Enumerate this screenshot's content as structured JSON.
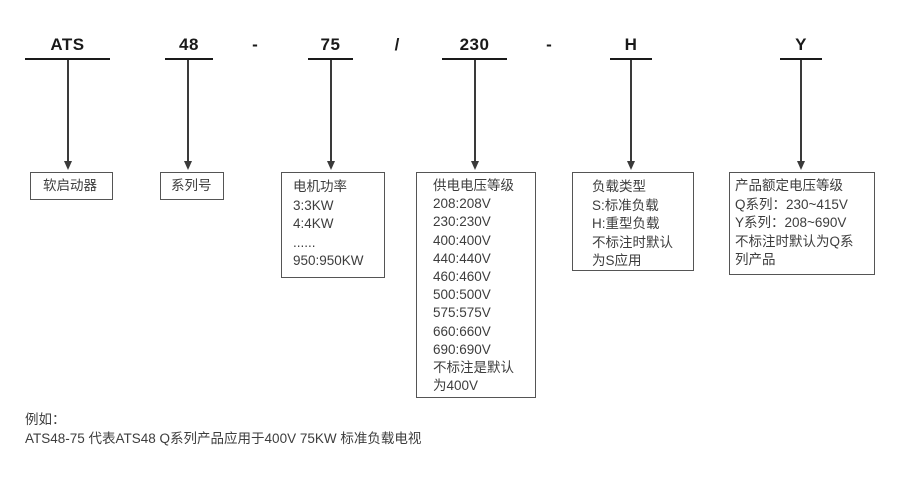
{
  "colors": {
    "background": "#ffffff",
    "code_text": "#1a1a1a",
    "box_border": "#555555",
    "body_text": "#3d3d3d"
  },
  "code": {
    "segments": [
      "ATS",
      "48",
      "75",
      "230",
      "H",
      "Y"
    ],
    "separators": [
      "-",
      "/",
      "-"
    ]
  },
  "boxes": [
    {
      "name": "soft-starter",
      "lines": [
        "软启动器"
      ]
    },
    {
      "name": "series-number",
      "lines": [
        "系列号"
      ]
    },
    {
      "name": "motor-power",
      "lines": [
        "电机功率",
        "3:3KW",
        "4:4KW",
        "......",
        "950:950KW"
      ]
    },
    {
      "name": "supply-voltage",
      "lines": [
        "供电电压等级",
        "208:208V",
        "230:230V",
        "400:400V",
        "440:440V",
        "460:460V",
        "500:500V",
        "575:575V",
        "660:660V",
        "690:690V",
        "不标注是默认",
        "为400V"
      ]
    },
    {
      "name": "load-type",
      "lines": [
        "负载类型",
        "S:标准负载",
        "H:重型负载",
        "不标注时默认",
        "为S应用"
      ]
    },
    {
      "name": "rated-voltage",
      "lines": [
        "产品额定电压等级",
        "Q系列：230~415V",
        "Y系列：208~690V",
        "不标注时默认为Q系",
        "列产品"
      ]
    }
  ],
  "example": {
    "label": "例如：",
    "text": "ATS48-75 代表ATS48 Q系列产品应用于400V 75KW 标准负载电视"
  }
}
